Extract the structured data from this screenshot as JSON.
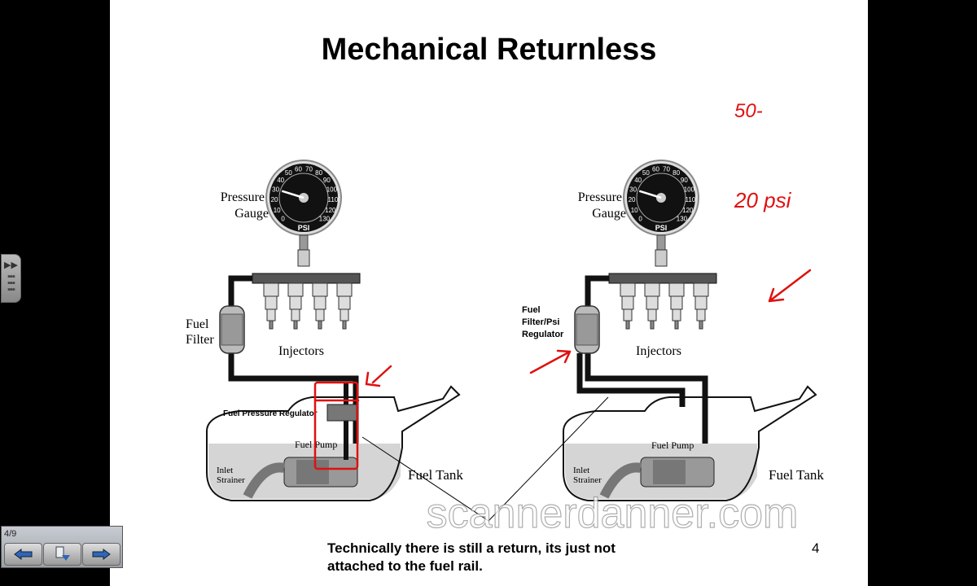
{
  "slide": {
    "title": "Mechanical Returnless",
    "caption_line1": "Technically there is still a return, its just not",
    "caption_line2": "attached to the fuel rail.",
    "page_number": "4",
    "watermark": "scannerdanner.com"
  },
  "gauge": {
    "ticks": [
      "0",
      "10",
      "20",
      "30",
      "40",
      "50",
      "60",
      "70",
      "80",
      "90",
      "100",
      "110",
      "120",
      "130"
    ],
    "unit": "PSI",
    "left_reading": 30,
    "right_reading": 30
  },
  "left_diagram": {
    "gauge_label_1": "Pressure",
    "gauge_label_2": "Gauge",
    "filter_label_1": "Fuel",
    "filter_label_2": "Filter",
    "injectors_label": "Injectors",
    "regulator_label": "Fuel Pressure Regulator",
    "pump_label": "Fuel Pump",
    "strainer_label_1": "Inlet",
    "strainer_label_2": "Strainer",
    "tank_label": "Fuel Tank"
  },
  "right_diagram": {
    "gauge_label_1": "Pressure",
    "gauge_label_2": "Gauge",
    "filter_label_1": "Fuel",
    "filter_label_2": "Filter/Psi",
    "filter_label_3": "Regulator",
    "injectors_label": "Injectors",
    "pump_label": "Fuel Pump",
    "strainer_label_1": "Inlet",
    "strainer_label_2": "Strainer",
    "tank_label": "Fuel Tank"
  },
  "annotations": {
    "note_1": "50-",
    "note_2": "20 psi",
    "ink_color": "#e01010"
  },
  "viewer": {
    "slide_counter": "4/9",
    "prev_icon": "arrow-left-icon",
    "menu_icon": "slide-menu-icon",
    "next_icon": "arrow-right-icon"
  }
}
